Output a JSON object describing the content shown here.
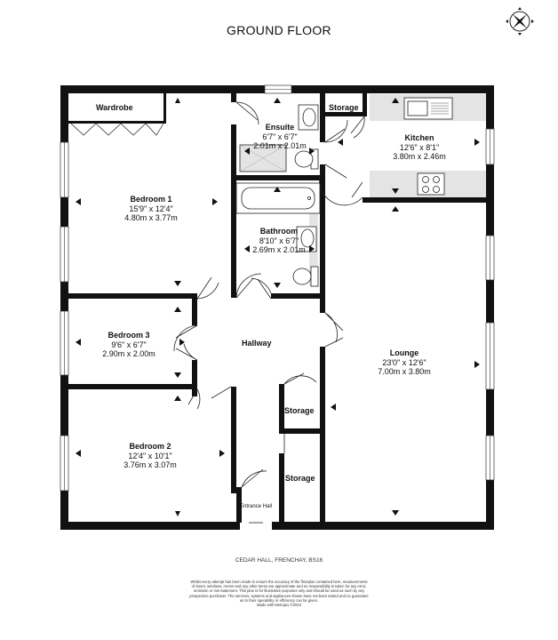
{
  "floor_title": "GROUND FLOOR",
  "address": "CEDAR HALL, FRENCHAY, BS16",
  "disclaimer": [
    "Whilst every attempt has been made to ensure the accuracy of the floorplan contained here, measurements",
    "of doors, windows, rooms and any other items are approximate and no responsibility is taken for any error,",
    "omission or mis-statement. This plan is for illustrative purposes only and should be used as such by any",
    "prospective purchaser. The services, systems and appliances shown have not been tested and no guarantee",
    "as to their operability or efficiency can be given.",
    "Made with Metropix ©2023"
  ],
  "rooms": {
    "bedroom1": {
      "name": "Bedroom 1",
      "imperial": "15'9\" x 12'4\"",
      "metric": "4.80m x 3.77m"
    },
    "ensuite": {
      "name": "Ensuite",
      "imperial": "6'7\" x 6'7\"",
      "metric": "2.01m x 2.01m"
    },
    "kitchen": {
      "name": "Kitchen",
      "imperial": "12'6\" x 8'1\"",
      "metric": "3.80m x 2.46m"
    },
    "bathroom": {
      "name": "Bathroom",
      "imperial": "8'10\" x 6'7\"",
      "metric": "2.69m x 2.01m"
    },
    "bedroom3": {
      "name": "Bedroom 3",
      "imperial": "9'6\" x 6'7\"",
      "metric": "2.90m x 2.00m"
    },
    "lounge": {
      "name": "Lounge",
      "imperial": "23'0\" x 12'6\"",
      "metric": "7.00m x 3.80m"
    },
    "bedroom2": {
      "name": "Bedroom 2",
      "imperial": "12'4\" x 10'1\"",
      "metric": "3.76m x 3.07m"
    }
  },
  "labels": {
    "wardrobe": "Wardrobe",
    "storage_top": "Storage",
    "hallway": "Hallway",
    "storage_mid": "Storage",
    "storage_low": "Storage",
    "entrance_hall": "Entrance Hall"
  },
  "icons": [
    "compass-icon"
  ]
}
